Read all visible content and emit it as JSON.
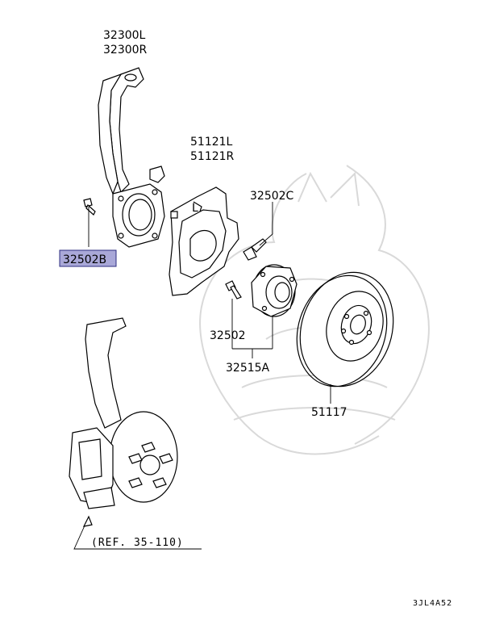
{
  "labels": {
    "knuckle_l": "32300L",
    "knuckle_r": "32300R",
    "cover_l": "51121L",
    "cover_r": "51121R",
    "bolt_c": "32502C",
    "bolt_b": "32502B",
    "bolt": "32502",
    "hub_assy": "32515A",
    "rotor": "51117",
    "reference": "(REF. 35-110)",
    "diagram_code": "3JL4A52"
  },
  "colors": {
    "highlight": "#a9a8d8",
    "highlight_border": "#2c2c80",
    "watermark": "#d9d9d9"
  }
}
